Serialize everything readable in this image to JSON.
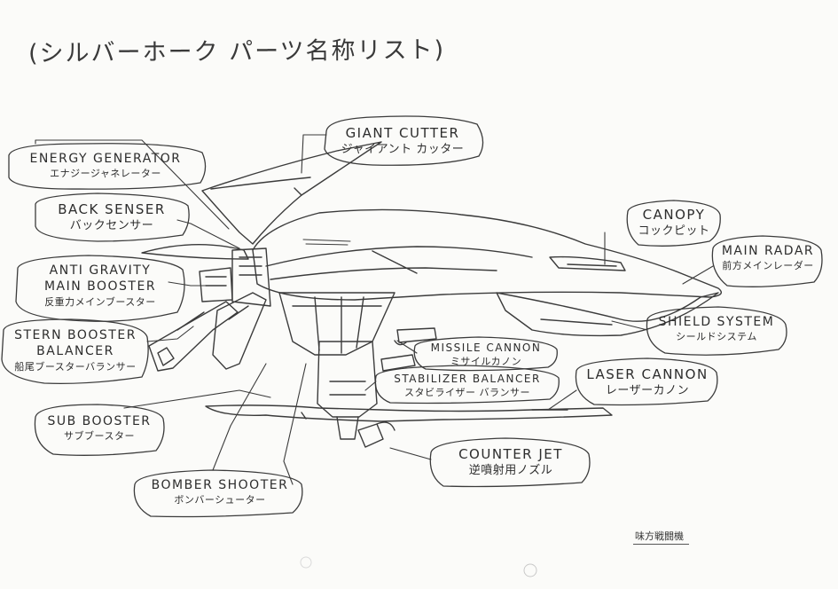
{
  "title": "(シルバーホーク パーツ名称リスト)",
  "parts": [
    {
      "id": "giant-cutter",
      "en": "GIANT CUTTER",
      "jp": "ジャイアント カッター"
    },
    {
      "id": "energy-generator",
      "en": "ENERGY GENERATOR",
      "jp": "エナジージャネレーター"
    },
    {
      "id": "back-senser",
      "en": "BACK SENSER",
      "jp": "バックセンサー"
    },
    {
      "id": "canopy",
      "en": "CANOPY",
      "jp": "コックピット"
    },
    {
      "id": "main-radar",
      "en": "MAIN RADAR",
      "jp": "前方メインレーダー"
    },
    {
      "id": "anti-gravity-main-booster",
      "en": "ANTI GRAVITY\nMAIN BOOSTER",
      "jp": "反重力メインブースター"
    },
    {
      "id": "shield-system",
      "en": "SHIELD SYSTEM",
      "jp": "シールドシステム"
    },
    {
      "id": "stern-booster-balancer",
      "en": "STERN BOOSTER\nBALANCER",
      "jp": "船尾ブースターバランサー"
    },
    {
      "id": "missile-cannon",
      "en": "MISSILE CANNON",
      "jp": "ミサイルカノン"
    },
    {
      "id": "laser-cannon",
      "en": "LASER CANNON",
      "jp": "レーザーカノン"
    },
    {
      "id": "stabilizer-balancer",
      "en": "STABILIZER BALANCER",
      "jp": "スタビライザー バランサー"
    },
    {
      "id": "sub-booster",
      "en": "SUB BOOSTER",
      "jp": "サブブースター"
    },
    {
      "id": "counter-jet",
      "en": "COUNTER JET",
      "jp": "逆噴射用ノズル"
    },
    {
      "id": "bomber-shooter",
      "en": "BOMBER SHOOTER",
      "jp": "ボンバーシューター"
    }
  ],
  "signature": "味方戦闘機"
}
